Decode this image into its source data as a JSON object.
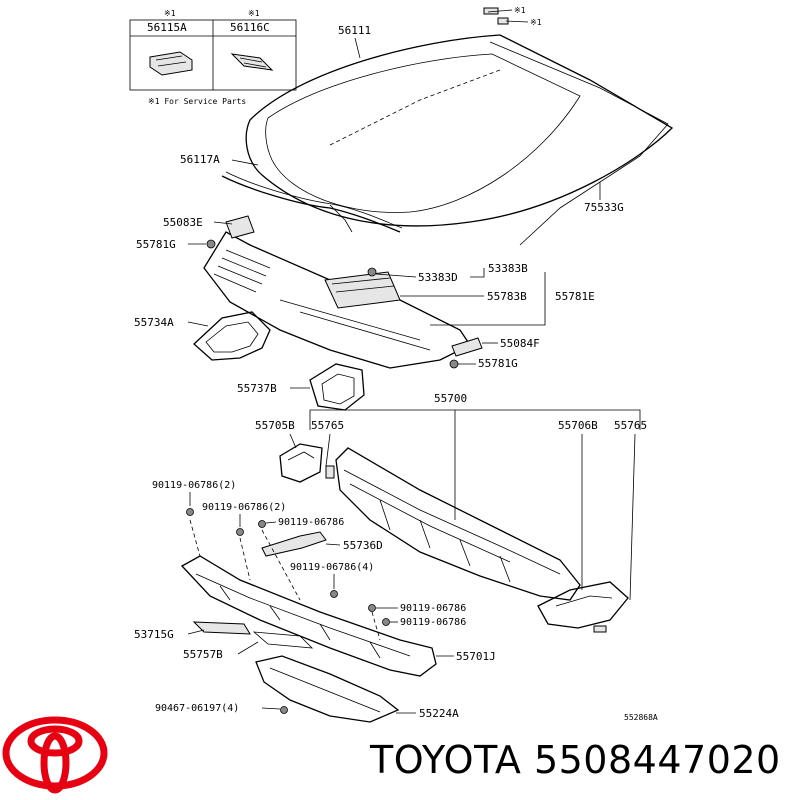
{
  "brand": {
    "name": "TOYOTA",
    "part_number": "5508447020",
    "logo_color": "#e60012"
  },
  "legend": {
    "mark_left": "※1",
    "mark_right": "※1",
    "part_left": "56115A",
    "part_right": "56116C",
    "note": "※1 For Service Parts"
  },
  "labels": {
    "l56111": "56111",
    "l56117A": "56117A",
    "l75533G": "75533G",
    "l55083E": "55083E",
    "l55781G_a": "55781G",
    "l53383D": "53383D",
    "l53383B": "53383B",
    "l55783B": "55783B",
    "l55781E": "55781E",
    "l55734A": "55734A",
    "l55084F": "55084F",
    "l55781G_b": "55781G",
    "l55737B": "55737B",
    "l55700": "55700",
    "l55705B": "55705B",
    "l55765_a": "55765",
    "l55706B": "55706B",
    "l55765_b": "55765",
    "l90119_a": "90119-06786(2)",
    "l90119_b": "90119-06786(2)",
    "l90119_c": "90119-06786",
    "l55736D": "55736D",
    "l90119_d": "90119-06786(4)",
    "l90119_e": "90119-06786",
    "l90119_f": "90119-06786",
    "l53715G": "53715G",
    "l55757B": "55757B",
    "l55701J": "55701J",
    "l90467": "90467-06197(4)",
    "l55224A": "55224A",
    "l552868A": "552868A",
    "glass_mark1": "※1",
    "glass_mark2": "※1"
  }
}
